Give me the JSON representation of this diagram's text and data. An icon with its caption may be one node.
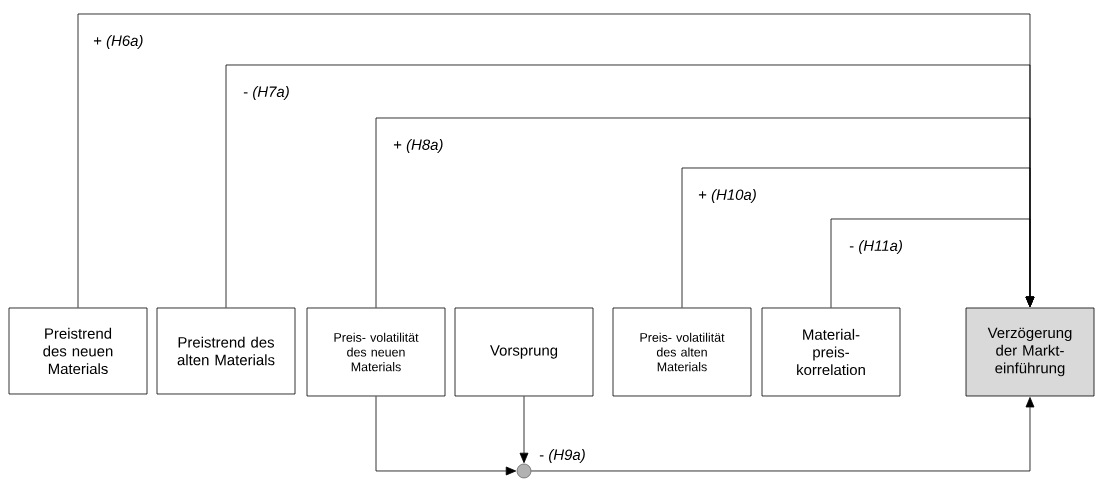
{
  "diagram": {
    "nodes": [
      {
        "text": [
          "Preistrend des neuen Materials"
        ]
      },
      {
        "text": [
          "Preistrend des alten Materials"
        ]
      },
      {
        "text": [
          "Preis- volatilität des neuen Materials"
        ]
      },
      {
        "text": [
          "Vorsprung"
        ]
      },
      {
        "text": [
          "Preis- volatilität des alten Materials"
        ]
      },
      {
        "text": [
          "Material- preis- korrelation"
        ]
      },
      {
        "text": [
          "Verzögerung der Markt- einführung"
        ]
      },
      {
        "text": [],
        "shape": "circle"
      }
    ],
    "edges": [
      {
        "from": 0,
        "to": 6,
        "arrow": "to",
        "label": "+ *(H6a)*"
      },
      {
        "from": 1,
        "to": 6,
        "arrow": "to",
        "label": "- *(H7a)*"
      },
      {
        "from": 2,
        "to": 6,
        "arrow": "to",
        "label": "+ *(H8a)*"
      },
      {
        "from": 4,
        "to": 6,
        "arrow": "to",
        "label": "+ *(H10a)*"
      },
      {
        "from": 5,
        "to": 6,
        "arrow": "to",
        "label": "- *(H11a)*"
      },
      {
        "from": 3,
        "to": 7,
        "arrow": "to",
        "label": "- *(H9a)*"
      },
      {
        "from": 2,
        "to": 7,
        "arrow": "to"
      },
      {
        "from": 7,
        "to": 6,
        "arrow": "to"
      }
    ]
  }
}
